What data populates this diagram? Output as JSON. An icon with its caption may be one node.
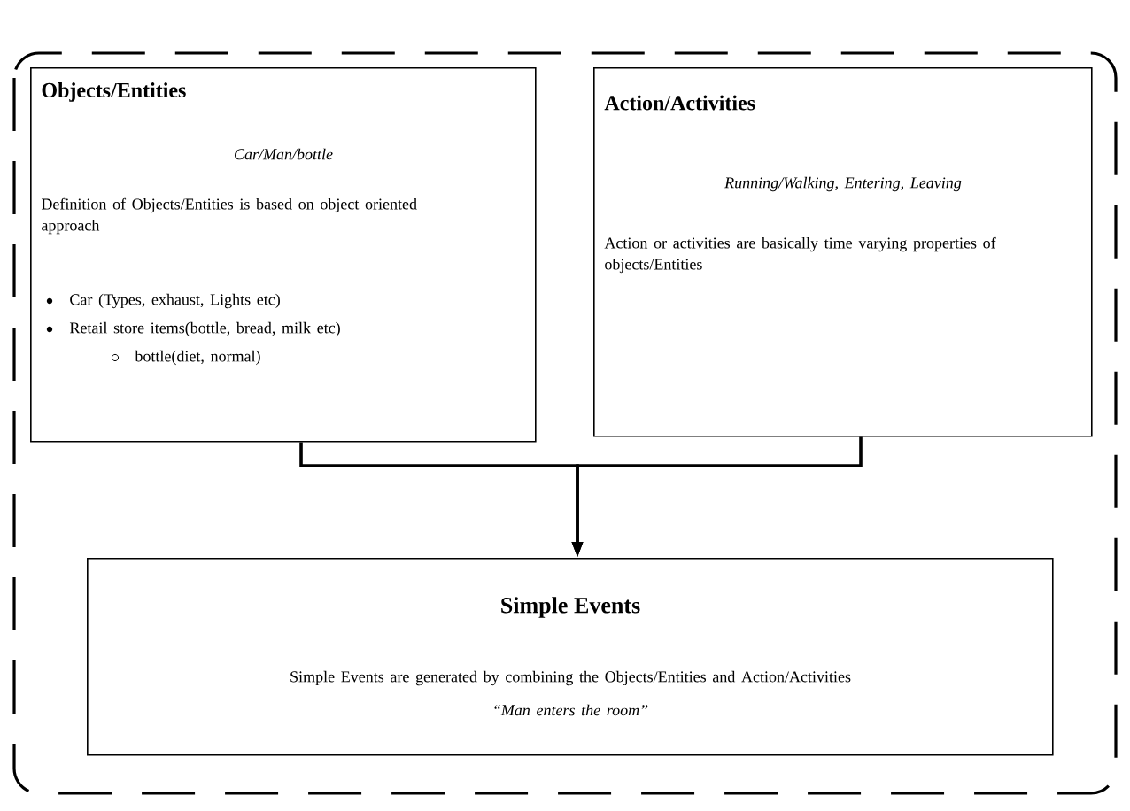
{
  "diagram": {
    "nodes": [
      {
        "text": [
          "Objects/Entities",
          "Car/Man/bottle",
          "Definition of Objects/Entities is based on object oriented approach",
          "Car   (Types, exhaust, Lights etc)",
          "Retail store items(bottle, bread, milk etc)",
          "bottle(diet, normal)"
        ]
      },
      {
        "text": [
          "Action/Activities",
          "Running/Walking, Entering, Leaving",
          "Action or activities are basically time varying properties of objects/Entities"
        ]
      },
      {
        "text": [
          "Simple Events",
          "Simple Events are generated by combining the Objects/Entities and Action/Activities",
          "“Man enters the room”"
        ]
      }
    ],
    "edges": [
      {
        "from": 0,
        "to": 2,
        "arrow": "to"
      },
      {
        "from": 1,
        "to": 2,
        "arrow": "to"
      }
    ]
  }
}
